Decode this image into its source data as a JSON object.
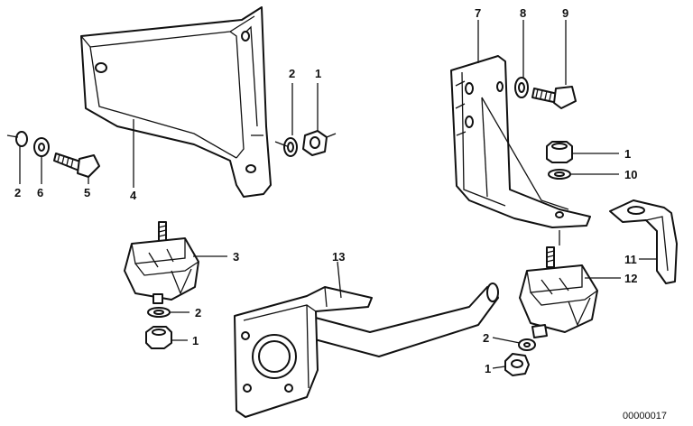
{
  "callouts": [
    {
      "id": "c1a",
      "text": "1"
    },
    {
      "id": "c2a",
      "text": "2"
    },
    {
      "id": "c2b",
      "text": "2"
    },
    {
      "id": "c6",
      "text": "6"
    },
    {
      "id": "c5",
      "text": "5"
    },
    {
      "id": "c4",
      "text": "4"
    },
    {
      "id": "c3",
      "text": "3"
    },
    {
      "id": "c2c",
      "text": "2"
    },
    {
      "id": "c1b",
      "text": "1"
    },
    {
      "id": "c13",
      "text": "13"
    },
    {
      "id": "c7",
      "text": "7"
    },
    {
      "id": "c8",
      "text": "8"
    },
    {
      "id": "c9",
      "text": "9"
    },
    {
      "id": "c1c",
      "text": "1"
    },
    {
      "id": "c10",
      "text": "10"
    },
    {
      "id": "c11",
      "text": "11"
    },
    {
      "id": "c12",
      "text": "12"
    },
    {
      "id": "c2d",
      "text": "2"
    },
    {
      "id": "c1d",
      "text": "1"
    }
  ],
  "reference_number": "00000017",
  "colors": {
    "line": "#111111",
    "background": "#ffffff"
  }
}
